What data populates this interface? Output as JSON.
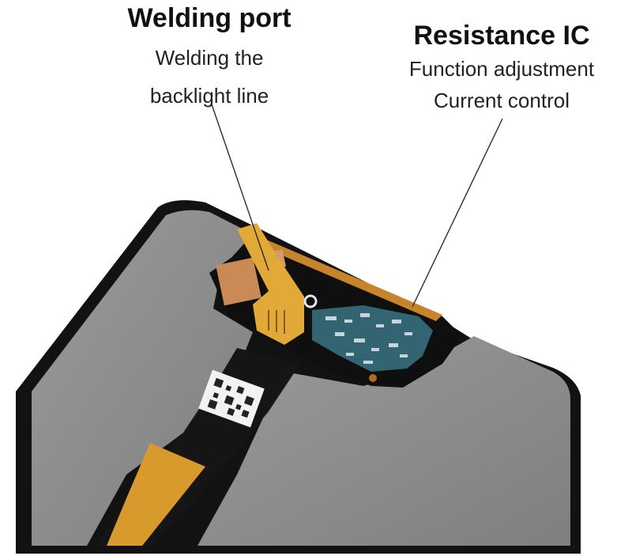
{
  "callouts": {
    "welding_port": {
      "title": "Welding port",
      "line1": "Welding the",
      "line2": "backlight line"
    },
    "resistance_ic": {
      "title": "Resistance IC",
      "line1": "Function adjustment",
      "line2": "Current control"
    }
  },
  "colors": {
    "frame": "#121212",
    "panel": "#8c8c8c",
    "flex_cable": "#d89a2c",
    "copper_pad": "#c98a55",
    "ic_highlight": "#5ecbe8",
    "qr_sticker": "#f2f2f2"
  }
}
